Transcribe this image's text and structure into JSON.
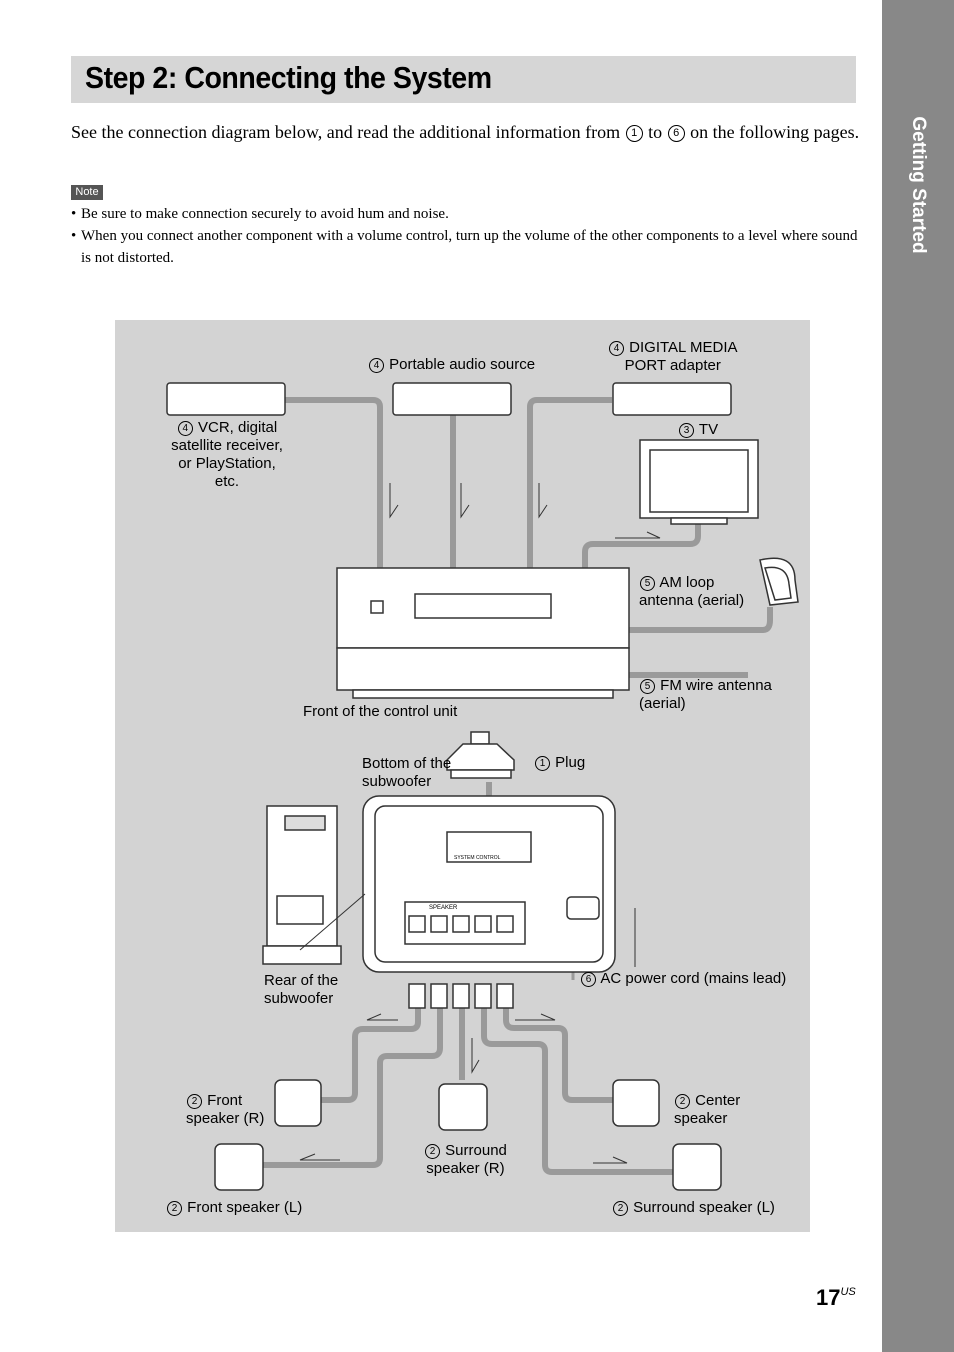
{
  "side_tab": {
    "label": "Getting Started"
  },
  "header": {
    "title": "Step 2: Connecting the System"
  },
  "intro": {
    "text_before": "See the connection diagram below, and read the additional information from",
    "from_num": "1",
    "to_word": "to",
    "to_num": "6",
    "text_after": "on the following pages."
  },
  "note": {
    "badge": "Note",
    "items": [
      "Be sure to make connection securely to avoid hum and noise.",
      "When you connect another component with a volume control, turn up the volume of the other components to a level where sound is not distorted."
    ]
  },
  "diagram": {
    "labels": {
      "portable_num": "4",
      "portable": "Portable audio source",
      "dmport_num": "4",
      "dmport_l1": "DIGITAL MEDIA",
      "dmport_l2": "PORT adapter",
      "vcr_num": "4",
      "vcr_l1": "VCR, digital",
      "vcr_l2": "satellite receiver,",
      "vcr_l3": "or PlayStation,",
      "vcr_l4": "etc.",
      "tv_num": "3",
      "tv": "TV",
      "am_num": "5",
      "am_l1": "AM loop",
      "am_l2": "antenna (aerial)",
      "fm_num": "5",
      "fm_l1": "FM wire antenna",
      "fm_l2": "(aerial)",
      "front_unit": "Front of the control unit",
      "bottom_l1": "Bottom of the",
      "bottom_l2": "subwoofer",
      "plug_num": "1",
      "plug": "Plug",
      "rear_l1": "Rear of the",
      "rear_l2": "subwoofer",
      "ac_num": "6",
      "ac": "AC power cord (mains lead)",
      "front_r_num": "2",
      "front_r_l1": "Front",
      "front_r_l2": "speaker (R)",
      "center_num": "2",
      "center_l1": "Center",
      "center_l2": "speaker",
      "surround_r_num": "2",
      "surround_r_l1": "Surround",
      "surround_r_l2": "speaker (R)",
      "front_l_num": "2",
      "front_l": "Front speaker (L)",
      "surround_l_num": "2",
      "surround_l": "Surround speaker (L)",
      "system_control": "SYSTEM CONTROL",
      "speaker_panel": "SPEAKER"
    }
  },
  "footer": {
    "page_number": "17",
    "page_suffix": "US"
  },
  "colors": {
    "side_tab": "#888888",
    "title_bar": "#d6d6d6",
    "diagram_bg": "#d3d3d3",
    "cable": "#9a9a9a"
  }
}
